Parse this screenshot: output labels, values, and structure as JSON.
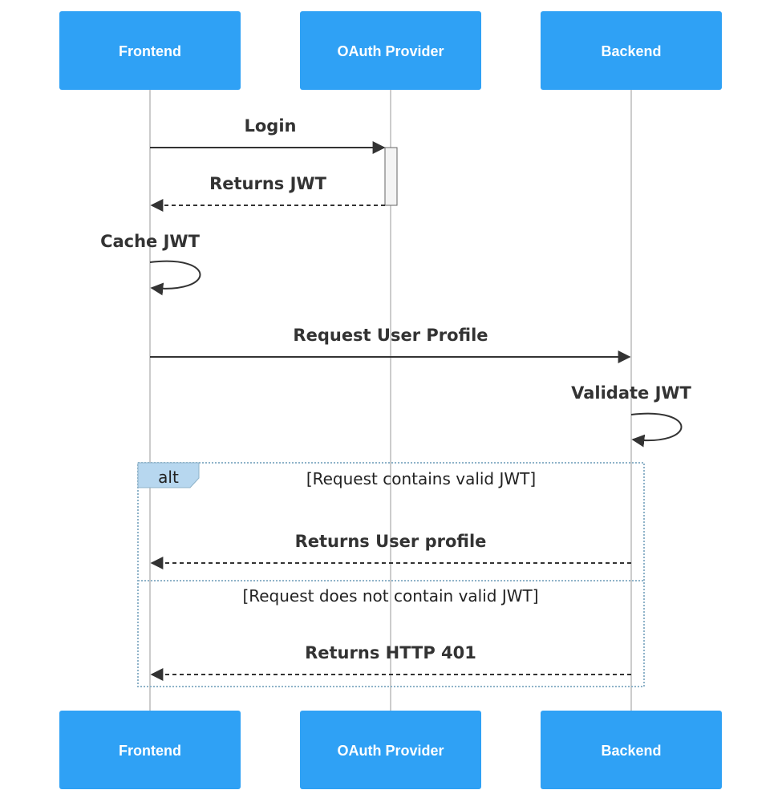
{
  "participants": {
    "frontend": "Frontend",
    "oauth": "OAuth Provider",
    "backend": "Backend"
  },
  "messages": {
    "login": "Login",
    "returns_jwt": "Returns JWT",
    "cache_jwt": "Cache JWT",
    "request_profile": "Request User Profile",
    "validate_jwt": "Validate JWT",
    "returns_profile": "Returns User profile",
    "returns_401": "Returns HTTP 401"
  },
  "alt_block": {
    "label": "alt",
    "condition_1": "[Request contains valid JWT]",
    "condition_2": "[Request does not contain valid JWT]"
  },
  "colors": {
    "actor_fill": "#2fa1f5",
    "line": "#333333",
    "lifeline": "#999999",
    "alt_border": "#8fb3c9",
    "alt_label_fill": "#b7d7ef"
  }
}
